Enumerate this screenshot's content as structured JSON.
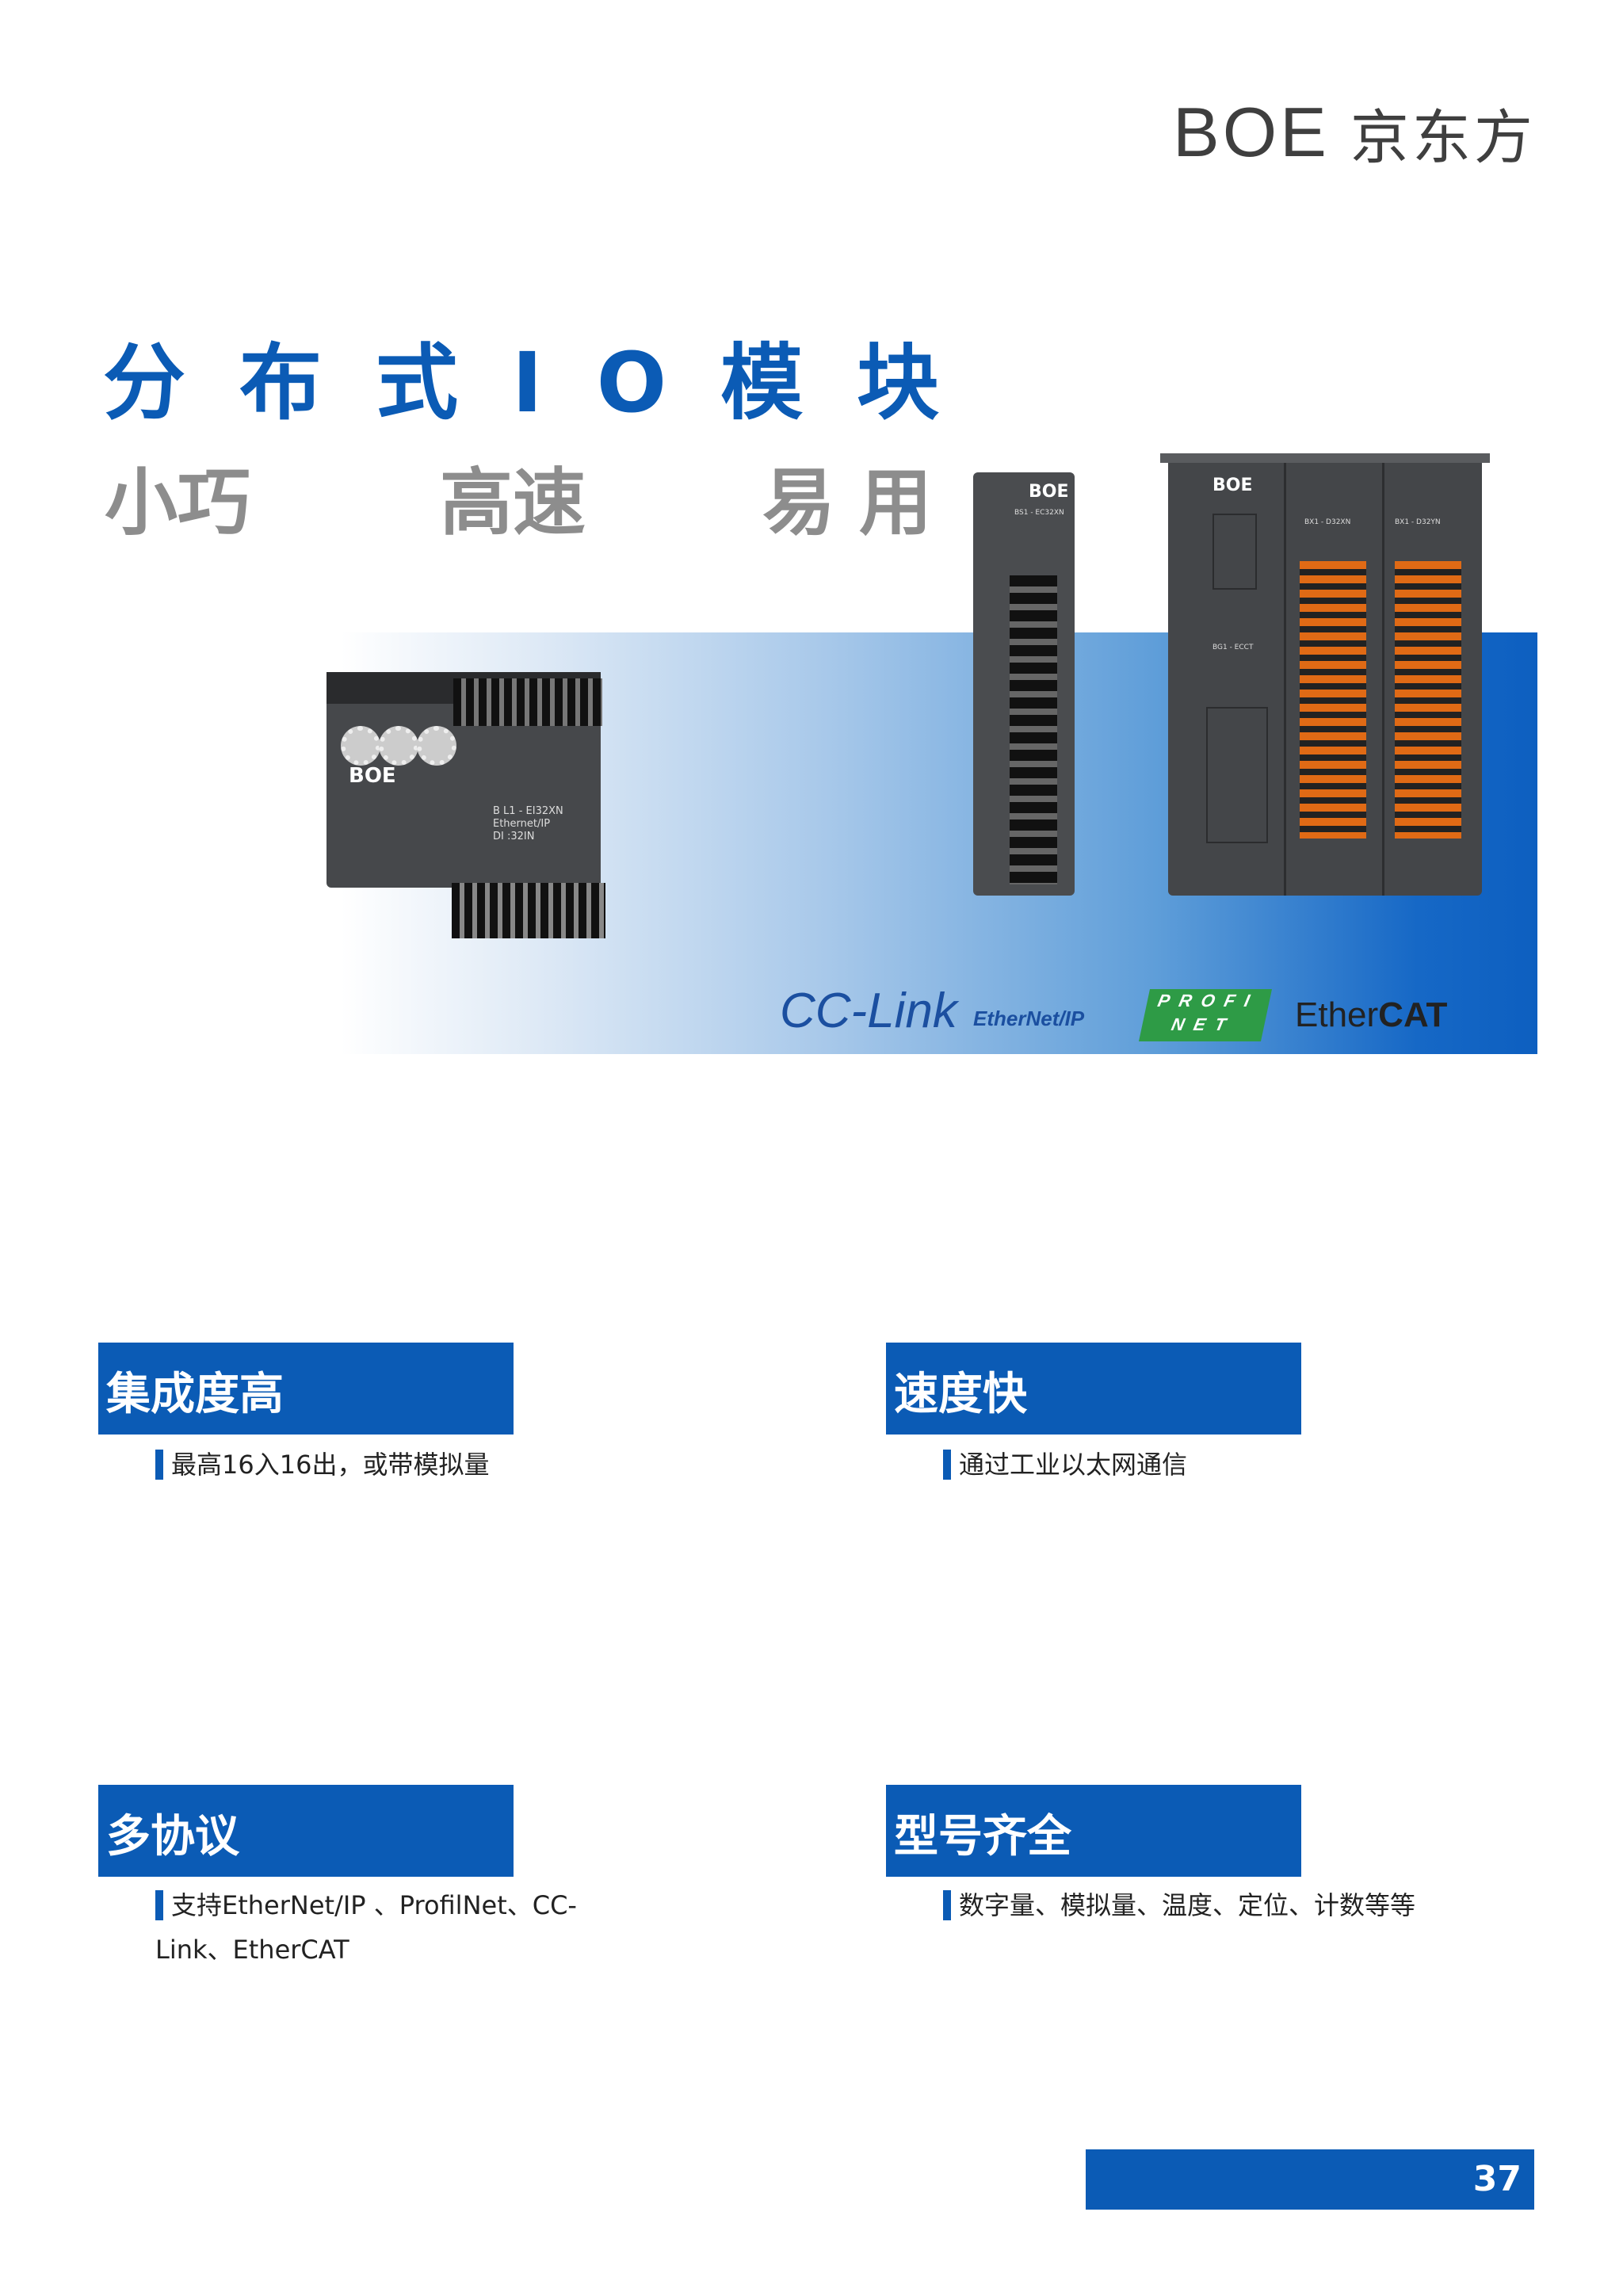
{
  "brand": {
    "latin": "BOE",
    "chinese": "京东方"
  },
  "title": "分布式IO模块",
  "subtitles": [
    "小巧",
    "高速",
    "易用"
  ],
  "products": {
    "small": {
      "brand": "BOE",
      "label": "B L1 - EI32XN\nEthernet/IP\nDI :32IN"
    },
    "mid": {
      "brand": "BOE",
      "label": "BS1 - EC32XN"
    },
    "big": {
      "brand": "BOE",
      "label_coupler": "BG1 - ECCT",
      "label_a": "BX1 - D32XN",
      "label_b": "BX1 - D32YN"
    }
  },
  "protocols": {
    "cclink": "CC-Link",
    "ethernetip": "EtherNet/IP",
    "profinet_top": "PROFI",
    "profinet_bottom": "NET",
    "ethercat_a": "Ether",
    "ethercat_b": "CAT"
  },
  "features": [
    {
      "heading": "集成度高",
      "text": "最高16入16出，或带模拟量"
    },
    {
      "heading": "速度快",
      "text": "通过工业以太网通信"
    },
    {
      "heading": "多协议",
      "text": "支持EtherNet/IP 、ProfilNet、CC-Link、EtherCAT"
    },
    {
      "heading": "型号齐全",
      "text": "数字量、模拟量、温度、定位、计数等等"
    }
  ],
  "page_number": "37",
  "colors": {
    "accent": "#0b5bb5",
    "subtitle_gray": "#8d8d8d",
    "logo_gray": "#3f3f3f"
  }
}
